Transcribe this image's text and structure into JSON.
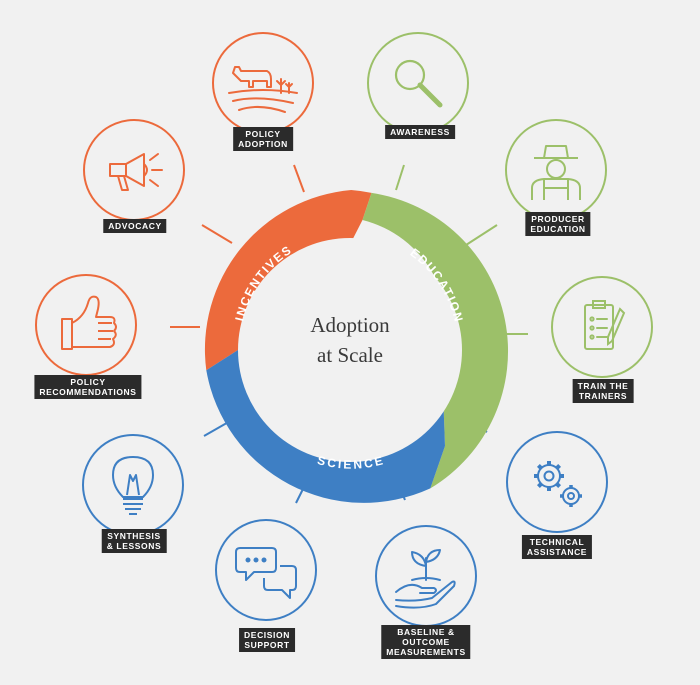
{
  "center": {
    "line1": "Adoption",
    "line2": "at Scale"
  },
  "ring": {
    "incentives": "INCENTIVES",
    "education": "EDUCATION",
    "science": "SCIENCE"
  },
  "colors": {
    "incentives": "#ec6a3c",
    "education": "#9cc069",
    "science": "#3e7fc4",
    "label_bg": "#2b2b2b",
    "background": "#f1f1f1"
  },
  "items": [
    {
      "id": "awareness",
      "icon": "magnifier-icon",
      "lines": [
        "AWARENESS"
      ],
      "group": "education"
    },
    {
      "id": "producer-education",
      "icon": "farmer-icon",
      "lines": [
        "PRODUCER",
        "EDUCATION"
      ],
      "group": "education"
    },
    {
      "id": "train-the-trainers",
      "icon": "clipboard-icon",
      "lines": [
        "TRAIN THE",
        "TRAINERS"
      ],
      "group": "education"
    },
    {
      "id": "technical-assistance",
      "icon": "gears-icon",
      "lines": [
        "TECHNICAL",
        "ASSISTANCE"
      ],
      "group": "science"
    },
    {
      "id": "baseline-outcome-measurements",
      "icon": "hand-sprout-icon",
      "lines": [
        "BASELINE &",
        "OUTCOME",
        "MEASUREMENTS"
      ],
      "group": "science"
    },
    {
      "id": "decision-support",
      "icon": "chat-bubbles-icon",
      "lines": [
        "DECISION",
        "SUPPORT"
      ],
      "group": "science"
    },
    {
      "id": "synthesis-lessons",
      "icon": "lightbulb-icon",
      "lines": [
        "SYNTHESIS",
        "& LESSONS"
      ],
      "group": "science"
    },
    {
      "id": "policy-recommendations",
      "icon": "thumbs-up-icon",
      "lines": [
        "POLICY",
        "RECOMMENDATIONS"
      ],
      "group": "incentives"
    },
    {
      "id": "advocacy",
      "icon": "megaphone-icon",
      "lines": [
        "ADVOCACY"
      ],
      "group": "incentives"
    },
    {
      "id": "policy-adoption",
      "icon": "cow-field-icon",
      "lines": [
        "POLICY",
        "ADOPTION"
      ],
      "group": "incentives"
    }
  ]
}
